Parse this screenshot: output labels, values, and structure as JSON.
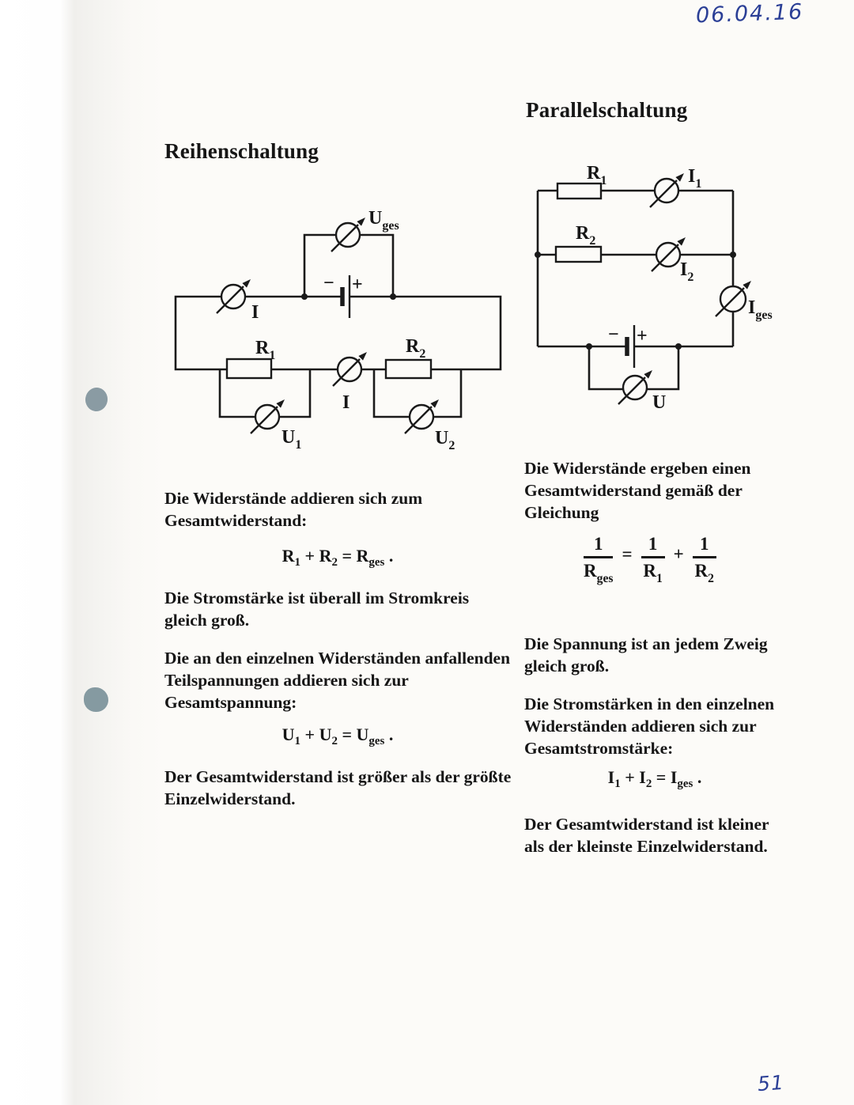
{
  "page": {
    "date": "06.04.16",
    "page_number": "51",
    "colors": {
      "ink_blue": "#2b3f96",
      "hole_punch": "#8a9ba3",
      "paper": "#fcfbf8"
    }
  },
  "series": {
    "title": "Reihenschaltung",
    "circuit": {
      "uges": {
        "main": "U",
        "sub": "ges"
      },
      "i_top": "I",
      "i_mid": "I",
      "r1": {
        "main": "R",
        "sub": "1"
      },
      "r2": {
        "main": "R",
        "sub": "2"
      },
      "u1": {
        "main": "U",
        "sub": "1"
      },
      "u2": {
        "main": "U",
        "sub": "2"
      },
      "minus": "−",
      "plus": "+"
    },
    "p1": [
      "Die Widerstände addieren sich zum",
      "Gesamtwiderstand:"
    ],
    "formula_r": {
      "a": "R",
      "a_sub": "1",
      "b": " + R",
      "b_sub": "2",
      "c": " = R",
      "c_sub": "ges",
      "d": " ."
    },
    "p2": [
      "Die Stromstärke ist überall im Stromkreis",
      "gleich groß."
    ],
    "p3": [
      "Die an den einzelnen Widerständen anfallenden",
      "Teilspannungen addieren sich zur",
      "Gesamtspannung:"
    ],
    "formula_u": {
      "a": "U",
      "a_sub": "1",
      "b": " + U",
      "b_sub": "2",
      "c": " = U",
      "c_sub": "ges",
      "d": " ."
    },
    "p4": [
      "Der Gesamtwiderstand ist größer als der größte",
      "Einzelwiderstand."
    ]
  },
  "parallel": {
    "title": "Parallelschaltung",
    "circuit": {
      "r1": {
        "main": "R",
        "sub": "1"
      },
      "r2": {
        "main": "R",
        "sub": "2"
      },
      "i1": {
        "main": "I",
        "sub": "1"
      },
      "i2": {
        "main": "I",
        "sub": "2"
      },
      "iges": {
        "main": "I",
        "sub": "ges"
      },
      "u": "U",
      "minus": "−",
      "plus": "+"
    },
    "p1": [
      "Die Widerstände ergeben einen",
      "Gesamtwiderstand gemäß der",
      "Gleichung"
    ],
    "fraction": {
      "one": "1",
      "rges_main": "R",
      "rges_sub": "ges",
      "eq": "=",
      "r1_main": "R",
      "r1_sub": "1",
      "plus": "+",
      "r2_main": "R",
      "r2_sub": "2"
    },
    "p2": [
      "Die Spannung ist an jedem Zweig",
      "gleich groß."
    ],
    "p3": [
      "Die Stromstärken in den einzelnen",
      "Widerständen addieren sich zur",
      "Gesamtstromstärke:"
    ],
    "formula_i": {
      "a": "I",
      "a_sub": "1",
      "b": " + I",
      "b_sub": "2",
      "c": " = I",
      "c_sub": "ges",
      "d": " ."
    },
    "p4": [
      "Der Gesamtwiderstand ist kleiner",
      "als der kleinste Einzelwiderstand."
    ]
  }
}
